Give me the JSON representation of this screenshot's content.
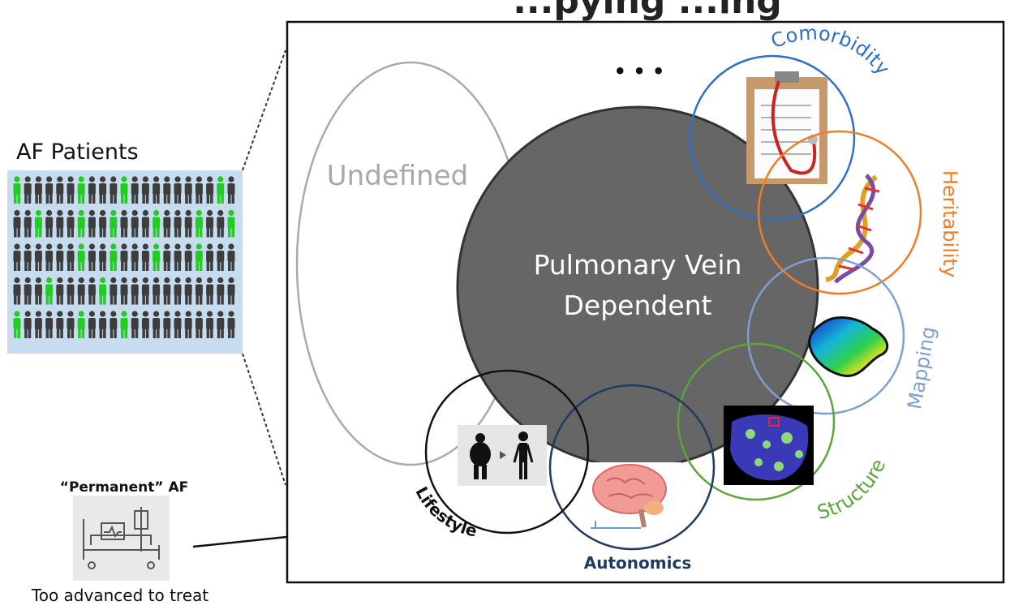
{
  "title_partial": "...pying ...ing",
  "left": {
    "af_patients": "AF Patients",
    "permanent_label": "“Permanent” AF",
    "too_advanced": "Too advanced to treat",
    "crowd": {
      "rows": 5,
      "cols": 21,
      "highlight_color": "#22cc22",
      "base_color": "#3d3d3d",
      "highlighted": [
        [
          0,
          0
        ],
        [
          0,
          6
        ],
        [
          0,
          10
        ],
        [
          0,
          19
        ],
        [
          1,
          2
        ],
        [
          1,
          6
        ],
        [
          1,
          9
        ],
        [
          1,
          13
        ],
        [
          1,
          17
        ],
        [
          1,
          20
        ],
        [
          2,
          6
        ],
        [
          2,
          9
        ],
        [
          2,
          13
        ],
        [
          2,
          17
        ],
        [
          3,
          3
        ],
        [
          3,
          8
        ],
        [
          4,
          0
        ],
        [
          4,
          6
        ],
        [
          4,
          10
        ]
      ]
    }
  },
  "main": {
    "ellipsis": "• • •",
    "undefined": "Undefined",
    "center_line1": "Pulmonary Vein",
    "center_line2": "Dependent",
    "comorbidity": "Comorbidity",
    "heritability": "Heritability",
    "mapping": "Mapping",
    "structure": "Structure",
    "autonomics": "Autonomics",
    "lifestyle": "Lifestyle"
  },
  "colors": {
    "comorbidity": "#2f6fc4",
    "heritability": "#ef7d24",
    "mapping": "#7f9fcf",
    "structure": "#5aa63a",
    "autonomics": "#1f3a5f",
    "lifestyle": "#111111",
    "center_fill": "#666666",
    "undefined": "#a8a8a8"
  }
}
